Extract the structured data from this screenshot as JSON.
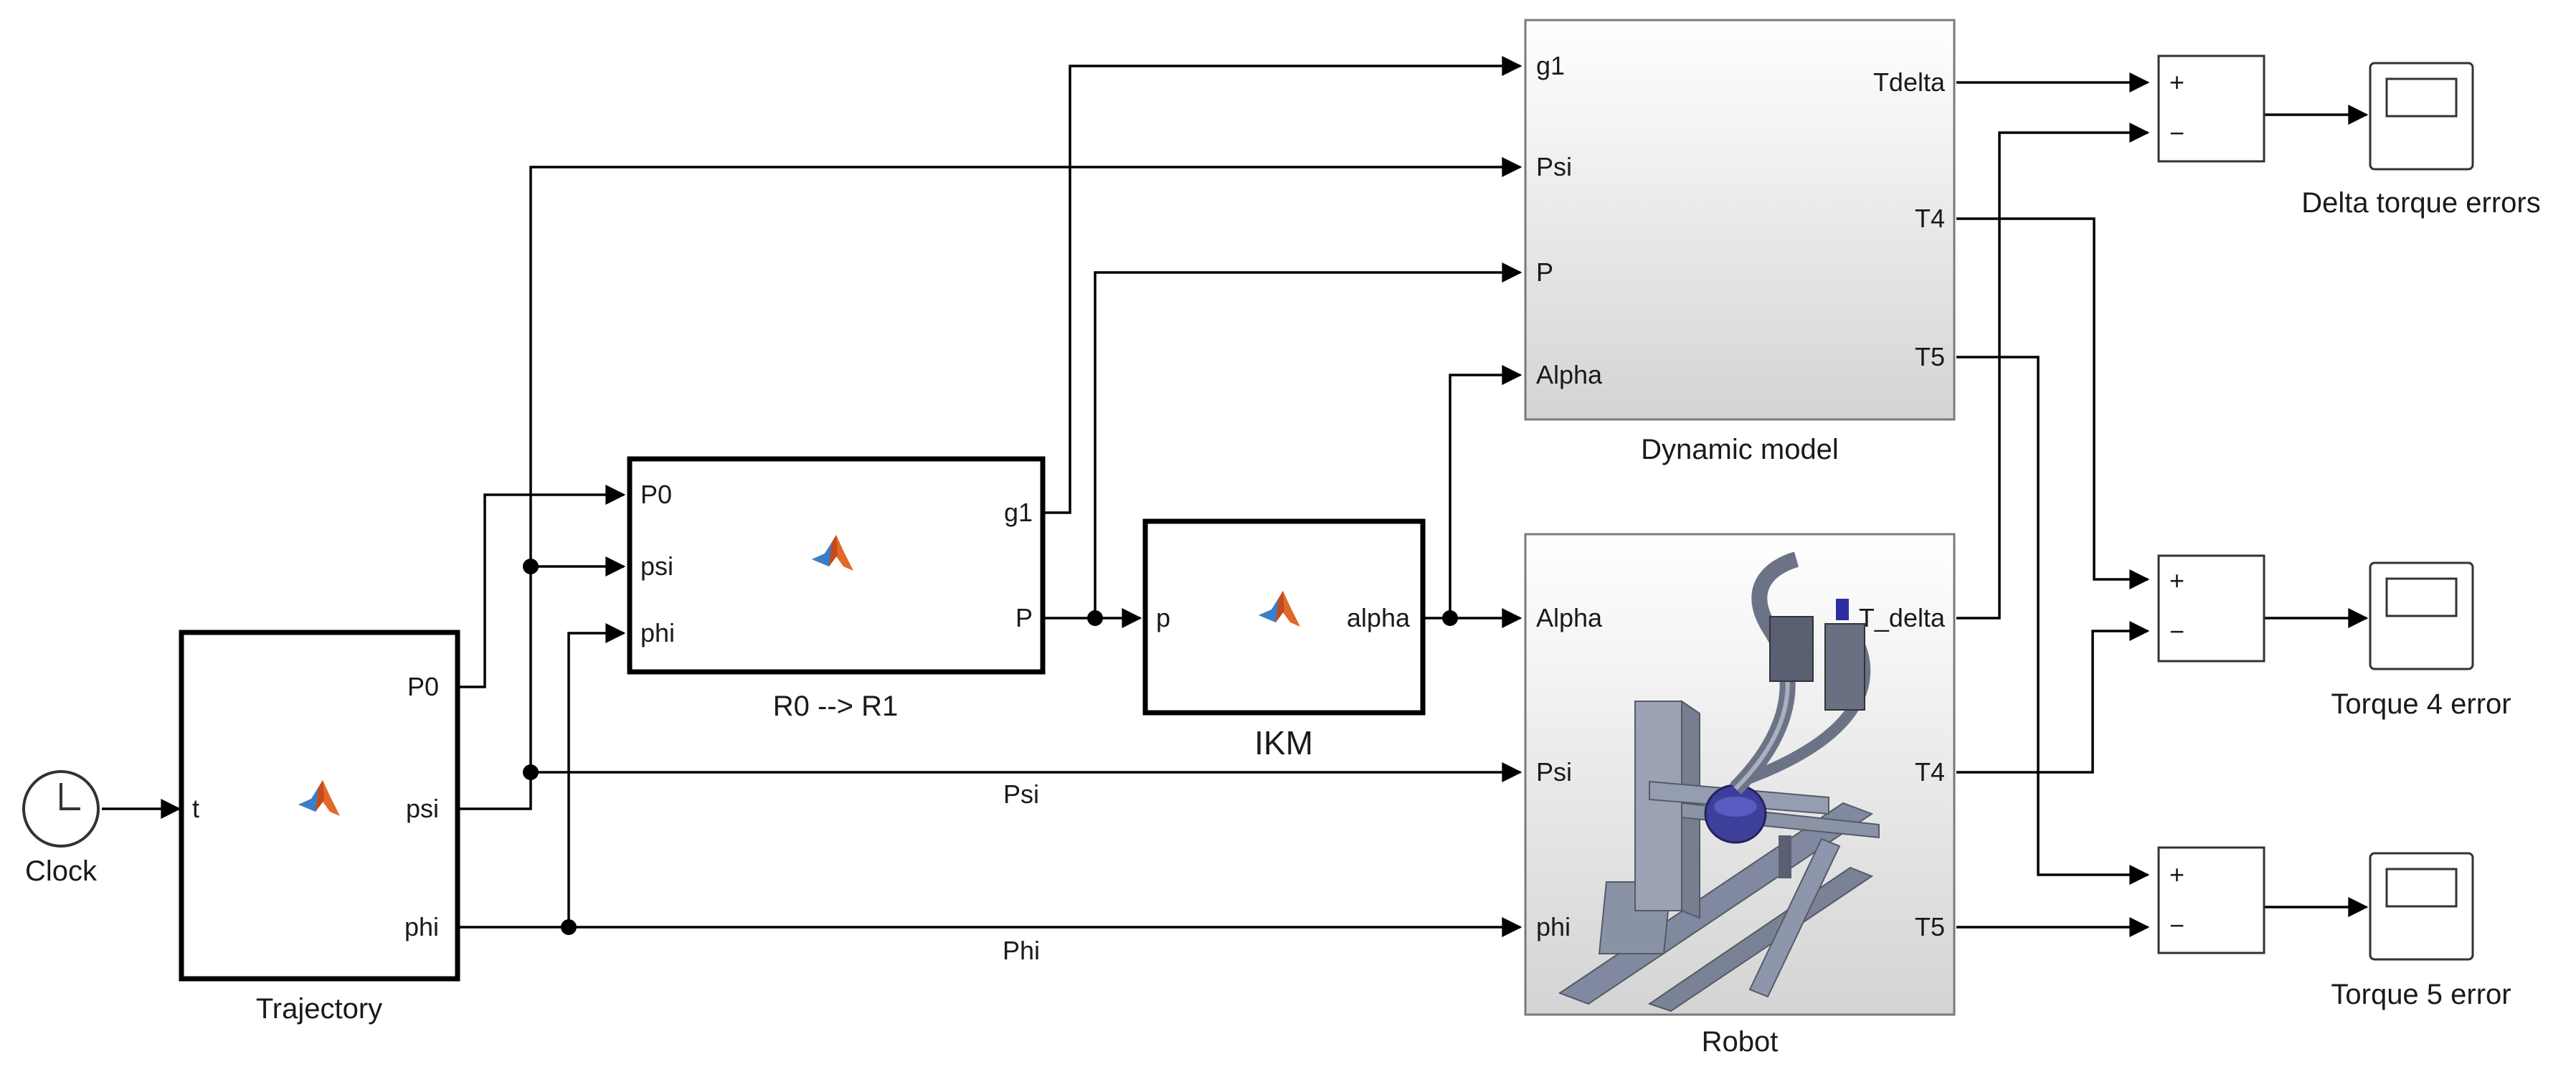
{
  "blocks": {
    "clock": {
      "label": "Clock"
    },
    "trajectory": {
      "label": "Trajectory",
      "in": [
        "t"
      ],
      "out": [
        "P0",
        "psi",
        "phi"
      ]
    },
    "r0r1": {
      "label": "R0 --> R1",
      "in": [
        "P0",
        "psi",
        "phi"
      ],
      "out": [
        "g1",
        "P"
      ]
    },
    "ikm": {
      "label": "IKM",
      "in": [
        "p"
      ],
      "out": [
        "alpha"
      ]
    },
    "dynamic": {
      "label": "Dynamic model",
      "in": [
        "g1",
        "Psi",
        "P",
        "Alpha"
      ],
      "out": [
        "Tdelta",
        "T4",
        "T5"
      ]
    },
    "robot": {
      "label": "Robot",
      "in": [
        "Alpha",
        "Psi",
        "phi"
      ],
      "out": [
        "T_delta",
        "T4",
        "T5"
      ]
    },
    "sum": {
      "plus": "+",
      "minus": "−"
    },
    "scopes": [
      "Delta torque errors",
      "Torque 4 error",
      "Torque 5 error"
    ]
  },
  "signals": {
    "psi": "Psi",
    "phi": "Phi"
  },
  "colors": {
    "matlab_orange": "#e06a2a",
    "matlab_blue": "#3a7ec8",
    "gradient_top": "#ffffff",
    "gradient_bottom": "#d4d4d4"
  }
}
